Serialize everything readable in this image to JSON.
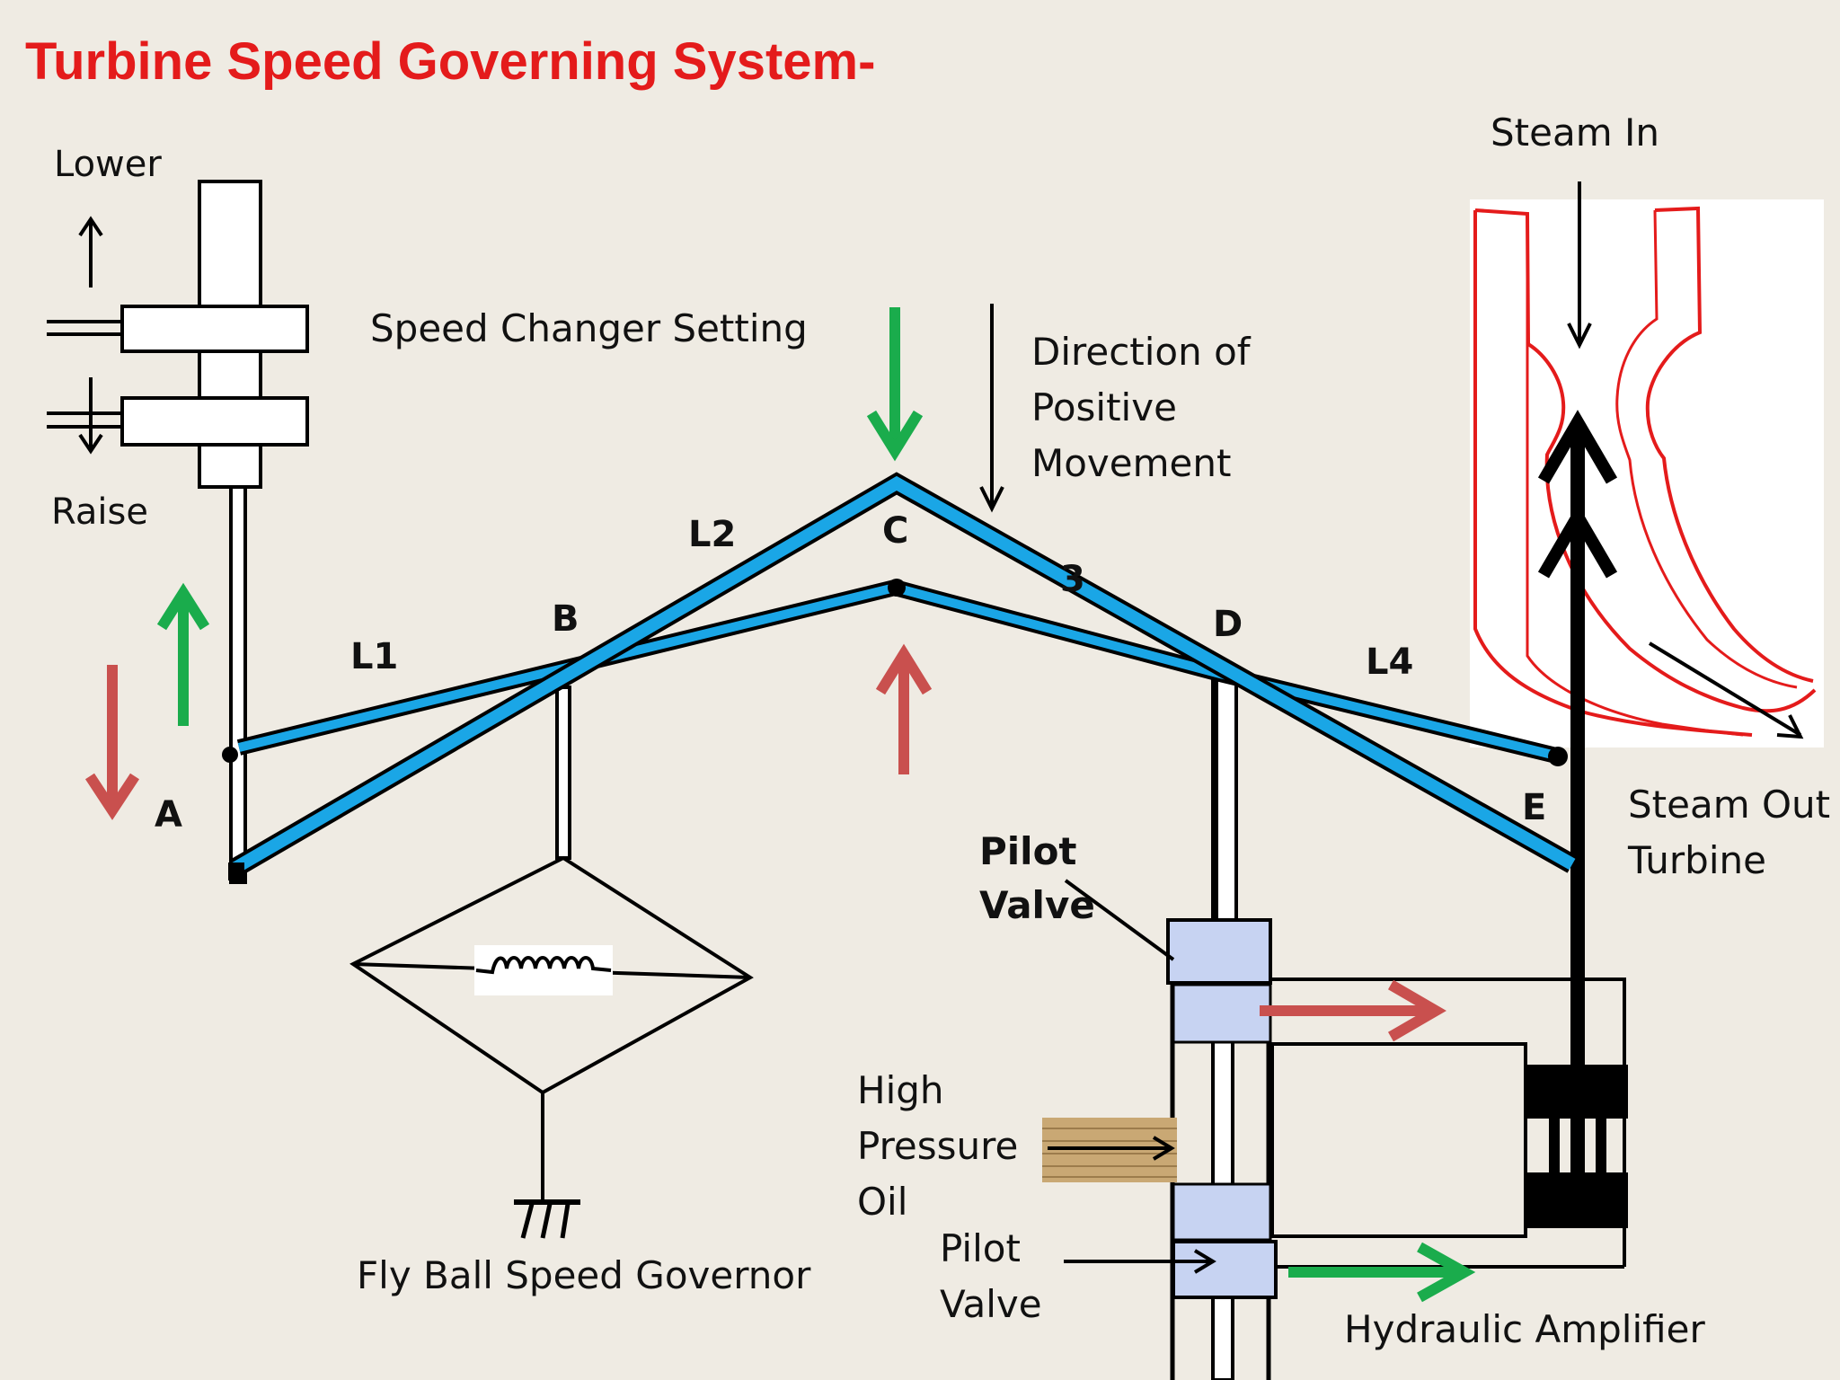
{
  "title": "Turbine Speed Governing System-",
  "labels": {
    "lower": "Lower",
    "raise": "Raise",
    "speed_changer": "Speed Changer Setting",
    "direction_line1": "Direction of",
    "direction_line2": "Positive",
    "direction_line3": "Movement",
    "steam_in": "Steam In",
    "steam_out_line1": "Steam Out",
    "steam_out_line2": "Turbine",
    "pilot_valve_top_line1": "Pilot",
    "pilot_valve_top_line2": "Valve",
    "hp_oil_line1": "High",
    "hp_oil_line2": "Pressure",
    "hp_oil_line3": "Oil",
    "pilot_valve_bottom_line1": "Pilot",
    "pilot_valve_bottom_line2": "Valve",
    "fly_ball": "Fly Ball Speed Governor",
    "hydraulic_amplifier": "Hydraulic Amplifier"
  },
  "points": {
    "a": "A",
    "b": "B",
    "c": "C",
    "d": "D",
    "e": "E"
  },
  "links": {
    "l1": "L1",
    "l2": "L2",
    "l3": "3",
    "l4": "L4"
  },
  "colors": {
    "title": "#e41b1b",
    "link_blue": "#1aa6e6",
    "arrow_green": "#1aac4c",
    "arrow_red": "#c9504e",
    "valve_blue": "#c7d3f2",
    "turbine_red": "#e41b1b",
    "oil_texture": "#c9a874"
  }
}
